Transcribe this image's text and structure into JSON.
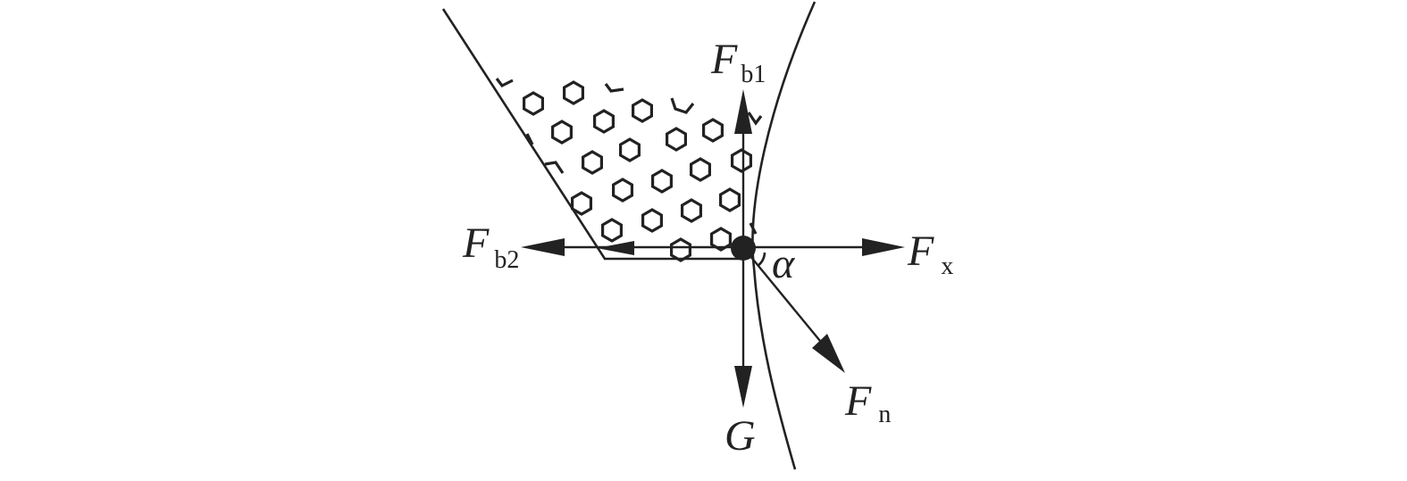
{
  "colors": {
    "ink": "#222222",
    "background": "#ffffff"
  },
  "labels": {
    "fb1": {
      "main": "F",
      "sub": "b1"
    },
    "fb2": {
      "main": "F",
      "sub": "b2"
    },
    "fx": {
      "main": "F",
      "sub": "x"
    },
    "fn": {
      "main": "F",
      "sub": "n"
    },
    "g": {
      "main": "G"
    },
    "alpha": {
      "main": "α"
    }
  }
}
